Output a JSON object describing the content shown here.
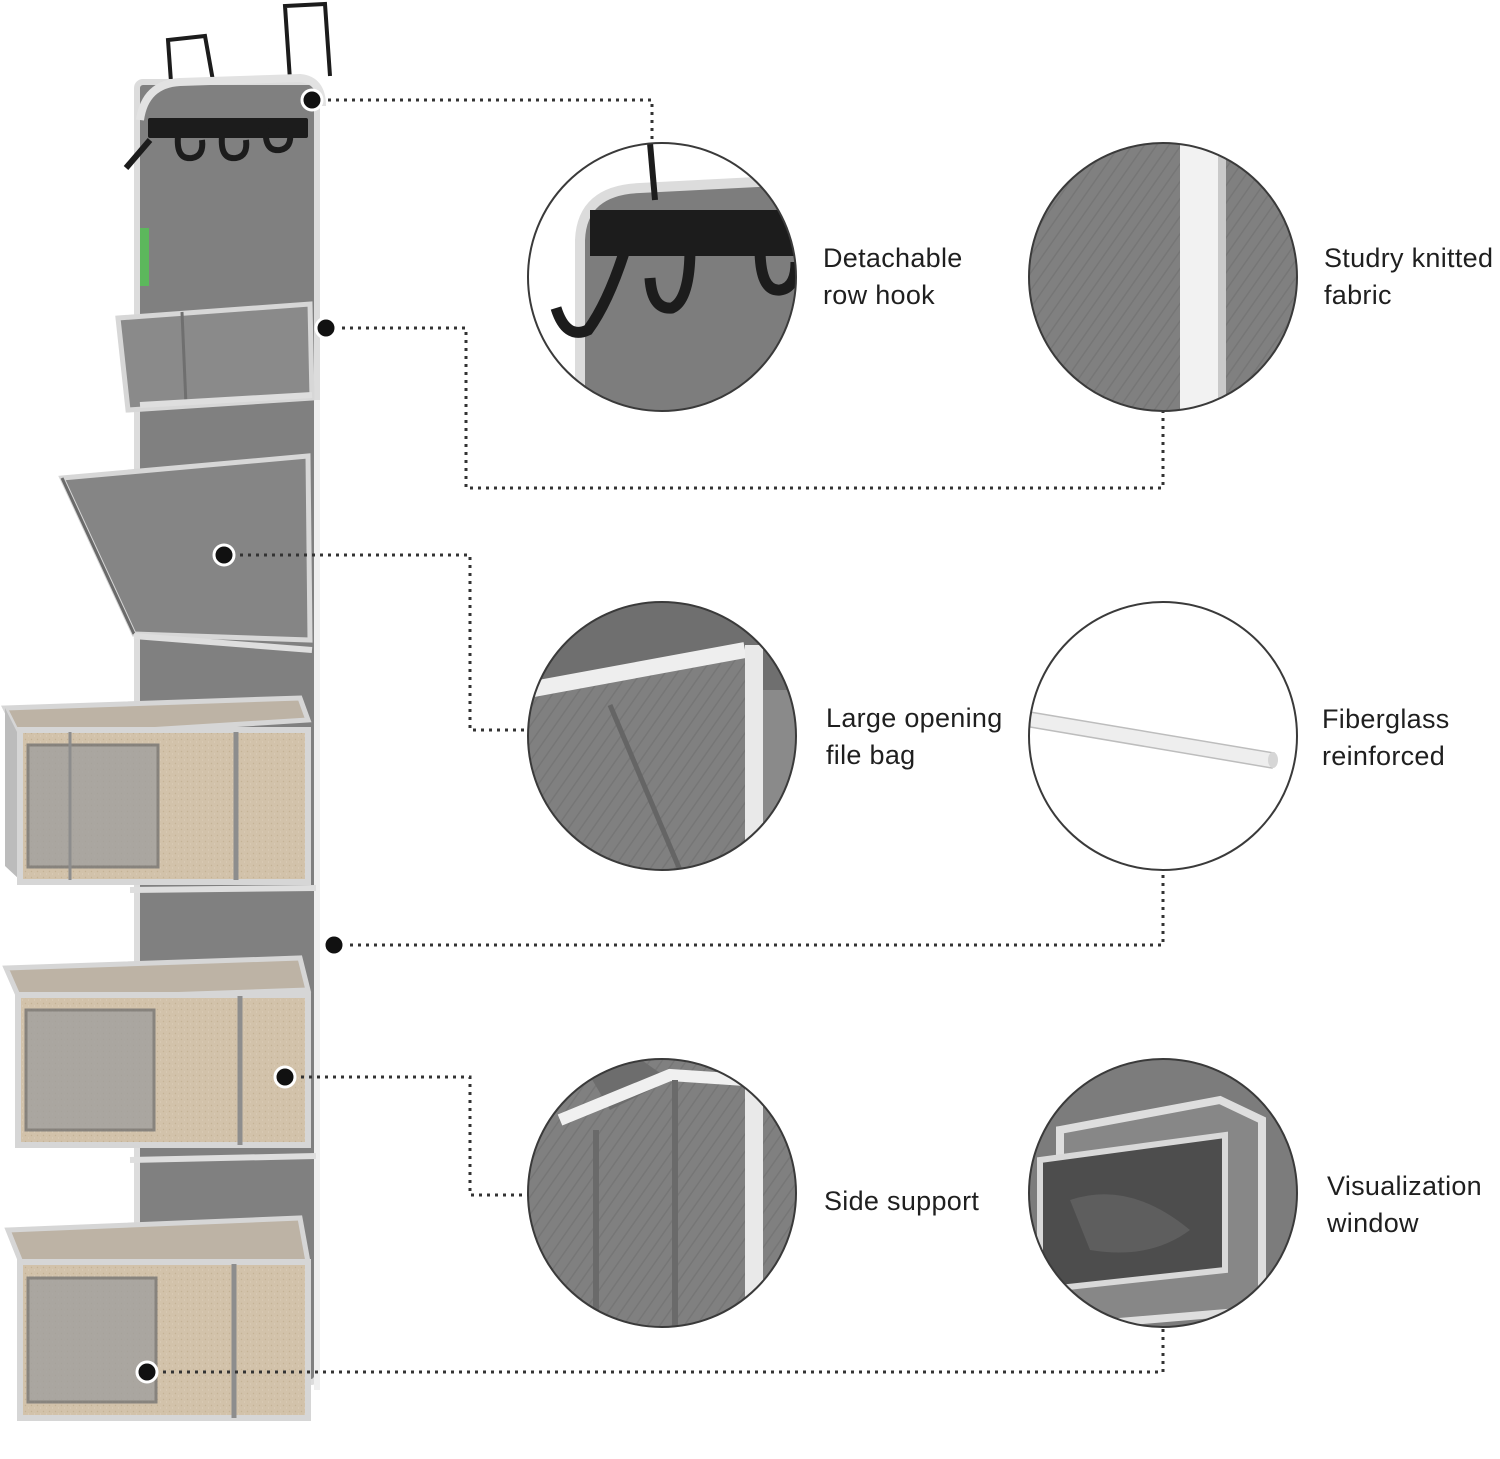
{
  "colors": {
    "fabric": "#808080",
    "fabric_dark": "#6e6e6e",
    "trim": "#d9d9d9",
    "kraft": "#d2c2aa",
    "hook_metal": "#1c1c1c",
    "leader_line": "#333333",
    "circle_border": "#3a3a3a",
    "brand_tag": "#5cb85c"
  },
  "icons": {
    "hook": "over-door-hook-icon",
    "dot": "callout-dot-icon"
  },
  "features": [
    {
      "id": "detachable-row-hook",
      "lines": [
        "Detachable",
        "row hook"
      ]
    },
    {
      "id": "sturdy-knitted-fabric",
      "lines": [
        "Studry knitted",
        "fabric"
      ]
    },
    {
      "id": "large-opening-file-bag",
      "lines": [
        "Large opening",
        "file bag"
      ]
    },
    {
      "id": "fiberglass-reinforced",
      "lines": [
        "Fiberglass",
        "reinforced"
      ]
    },
    {
      "id": "side-support",
      "lines": [
        "Side support"
      ]
    },
    {
      "id": "visualization-window",
      "lines": [
        "Visualization",
        "window"
      ]
    }
  ]
}
